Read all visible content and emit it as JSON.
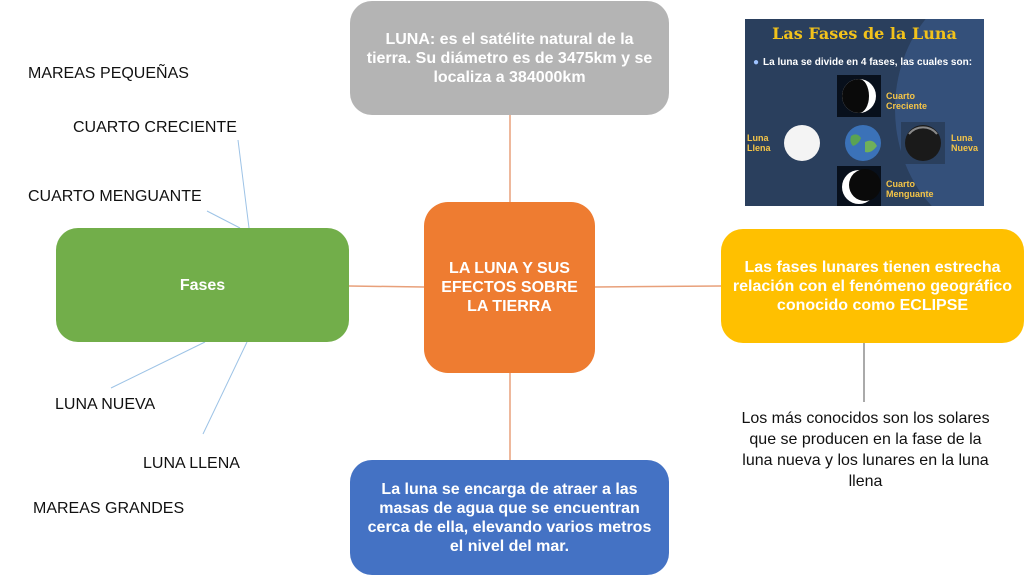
{
  "diagram": {
    "center": {
      "text": "LA LUNA Y SUS EFECTOS SOBRE LA TIERRA"
    },
    "nodes": {
      "luna_definition": "LUNA: es el satélite natural de la tierra. Su diámetro es de 3475km y se localiza a 384000km",
      "fases": "Fases",
      "eclipse": "Las fases lunares tienen estrecha relación con el fenómeno geográfico conocido como ECLIPSE",
      "mareas": "La luna se encarga de atraer a las masas de agua que se encuentran cerca de ella, elevando varios metros el nivel del mar."
    },
    "eclipse_note": "Los más conocidos son los solares que se producen en la fase de la luna nueva y los lunares en la luna llena",
    "phase_labels": {
      "mareas_pequenas": "MAREAS PEQUEÑAS",
      "cuarto_creciente": "CUARTO CRECIENTE",
      "cuarto_menguante": "CUARTO MENGUANTE",
      "luna_nueva": "LUNA NUEVA",
      "luna_llena": "LUNA LLENA",
      "mareas_grandes": "MAREAS GRANDES"
    },
    "moon_image": {
      "title": "Las Fases de la Luna",
      "intro": "La luna se divide en 4 fases, las cuales son:",
      "labels": {
        "cuarto_creciente": "Cuarto Creciente",
        "luna_llena": "Luna Llena",
        "luna_nueva": "Luna Nueva",
        "cuarto_menguante": "Cuarto Menguante"
      }
    }
  },
  "colors": {
    "gray": "#b4b4b4",
    "green": "#72ae4a",
    "orange": "#ee7c31",
    "yellow": "#ffc000",
    "blue": "#4472c4",
    "connector_orange": "#e8a07a",
    "connector_blue": "#9dc3e6"
  }
}
